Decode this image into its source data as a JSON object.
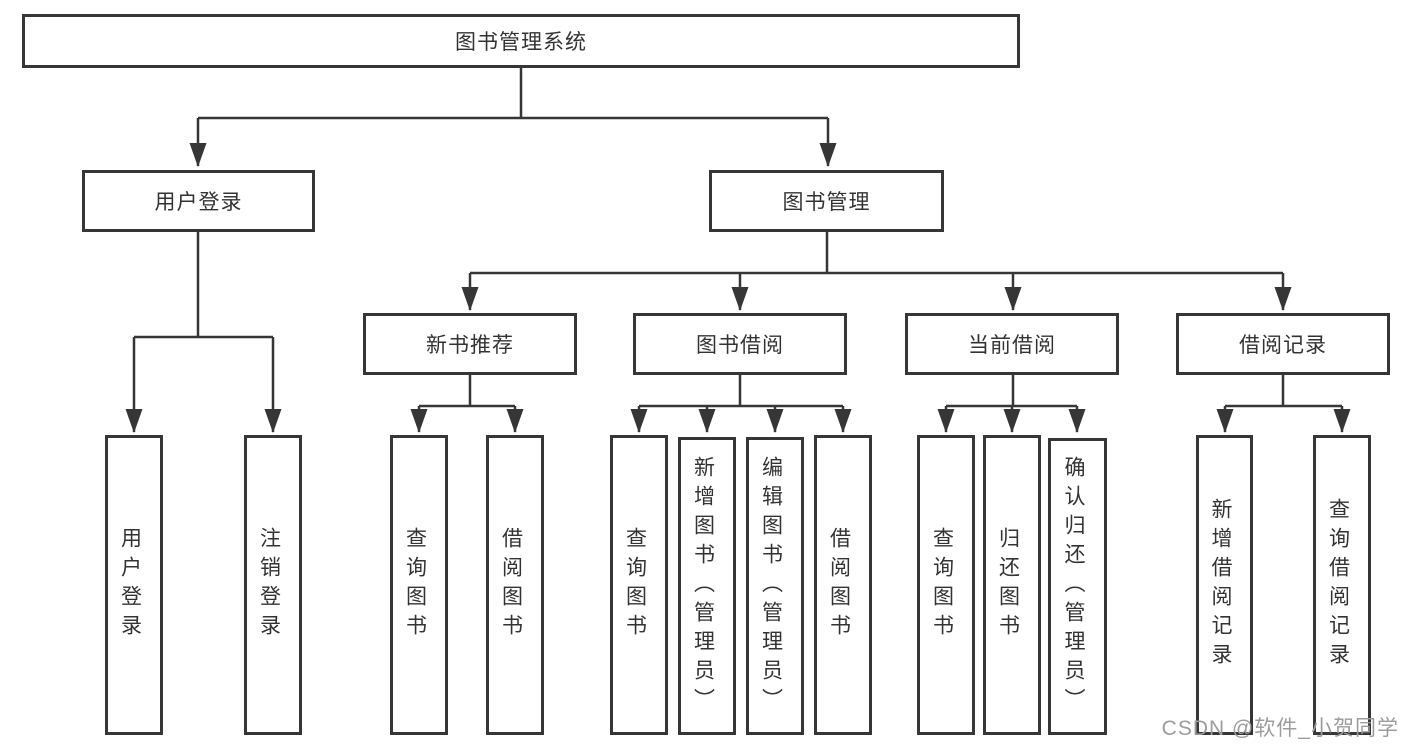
{
  "diagram": {
    "type": "hierarchy-tree",
    "line_color": "#363636",
    "box_border_color": "#363636",
    "background_color": "#ffffff",
    "root": {
      "label": "图书管理系统"
    },
    "level2": [
      {
        "label": "用户登录"
      },
      {
        "label": "图书管理"
      }
    ],
    "level3": [
      {
        "label": "新书推荐"
      },
      {
        "label": "图书借阅"
      },
      {
        "label": "当前借阅"
      },
      {
        "label": "借阅记录"
      }
    ],
    "leaves": {
      "user_login": [
        "用户登录",
        "注销登录"
      ],
      "new_book": [
        "查询图书",
        "借阅图书"
      ],
      "book_borrow": [
        "查询图书",
        "新增图书（管理员）",
        "编辑图书（管理员）",
        "借阅图书"
      ],
      "current_borrow": [
        "查询图书",
        "归还图书",
        "确认归还（管理员）"
      ],
      "records": [
        "新增借阅记录",
        "查询借阅记录"
      ]
    }
  },
  "watermark": {
    "text": "CSDN @软件_小贺同学",
    "color": "#9c9c9c"
  }
}
